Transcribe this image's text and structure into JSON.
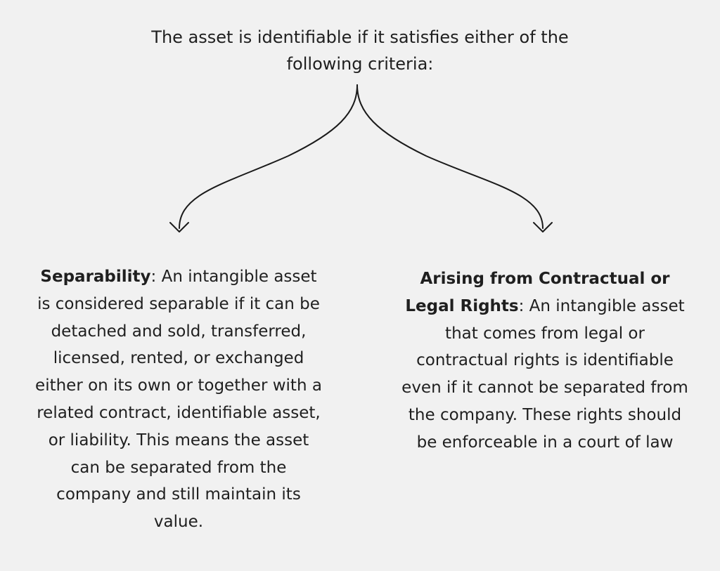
{
  "intro": {
    "text": "The asset is identifiable if it satisfies either of the following criteria:"
  },
  "criteria": [
    {
      "title": "Separability",
      "body": ": An intangible asset is considered separable if it can be detached and sold, transferred, licensed, rented, or exchanged either on its own or together with a related contract, identifiable asset, or liability. This means the asset can be separated from the company and still maintain its value."
    },
    {
      "title": "Arising from Contractual or Legal Rights",
      "body": ": An intangible asset that comes from legal or contractual rights is identifiable even if it cannot be separated from the company. These rights should be enforceable in a court of law"
    }
  ],
  "colors": {
    "background": "#f1f1f1",
    "text": "#1f1f1f",
    "line": "#1a1a1a"
  }
}
